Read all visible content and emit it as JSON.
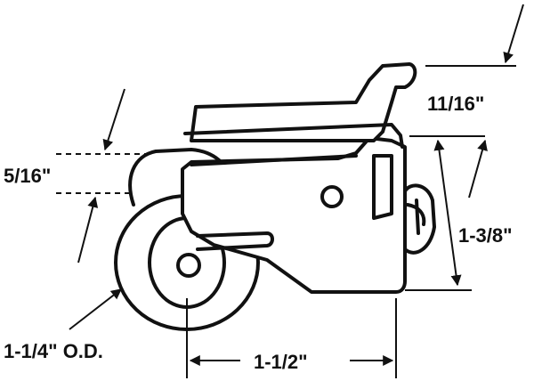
{
  "dimensions": {
    "top_right": "11/16\"",
    "left_gap": "5/16\"",
    "height": "1-3/8\"",
    "wheel_od": "1-1/4\" O.D.",
    "width": "1-1/2\""
  },
  "colors": {
    "line": "#111111",
    "background": "#ffffff"
  }
}
